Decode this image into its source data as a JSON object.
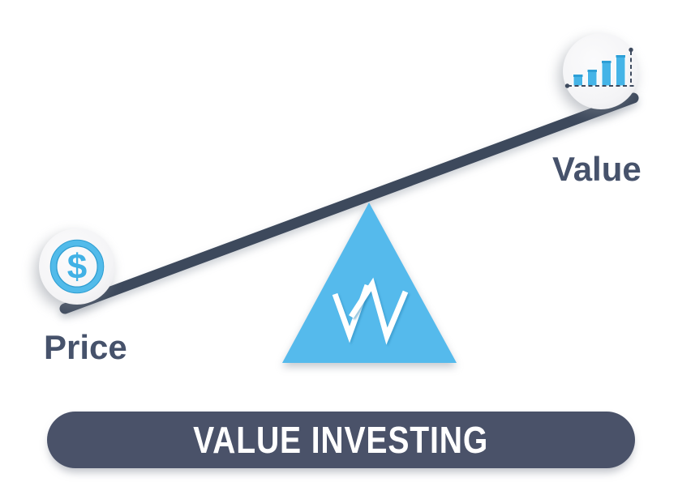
{
  "diagram": {
    "type": "seesaw-balance",
    "left_side": "Price",
    "right_side": "Value"
  },
  "labels": {
    "price": "Price",
    "value": "Value"
  },
  "banner": {
    "label": "VALUE INVESTING"
  },
  "icons": {
    "dollar_coin": {
      "name": "dollar-coin-icon",
      "symbol": "$"
    },
    "growth_chart": {
      "name": "bar-chart-icon",
      "bar_heights": [
        14,
        20,
        31,
        38
      ]
    },
    "fulcrum_logo": {
      "name": "w-logo"
    }
  },
  "colors": {
    "triangle_blue": "#55BAEC",
    "icon_blue": "#41B1E5",
    "beam_navy": "#3D495C",
    "banner_slate": "#4A5269",
    "label_text": "#46526B",
    "background": "#FFFFFF"
  }
}
